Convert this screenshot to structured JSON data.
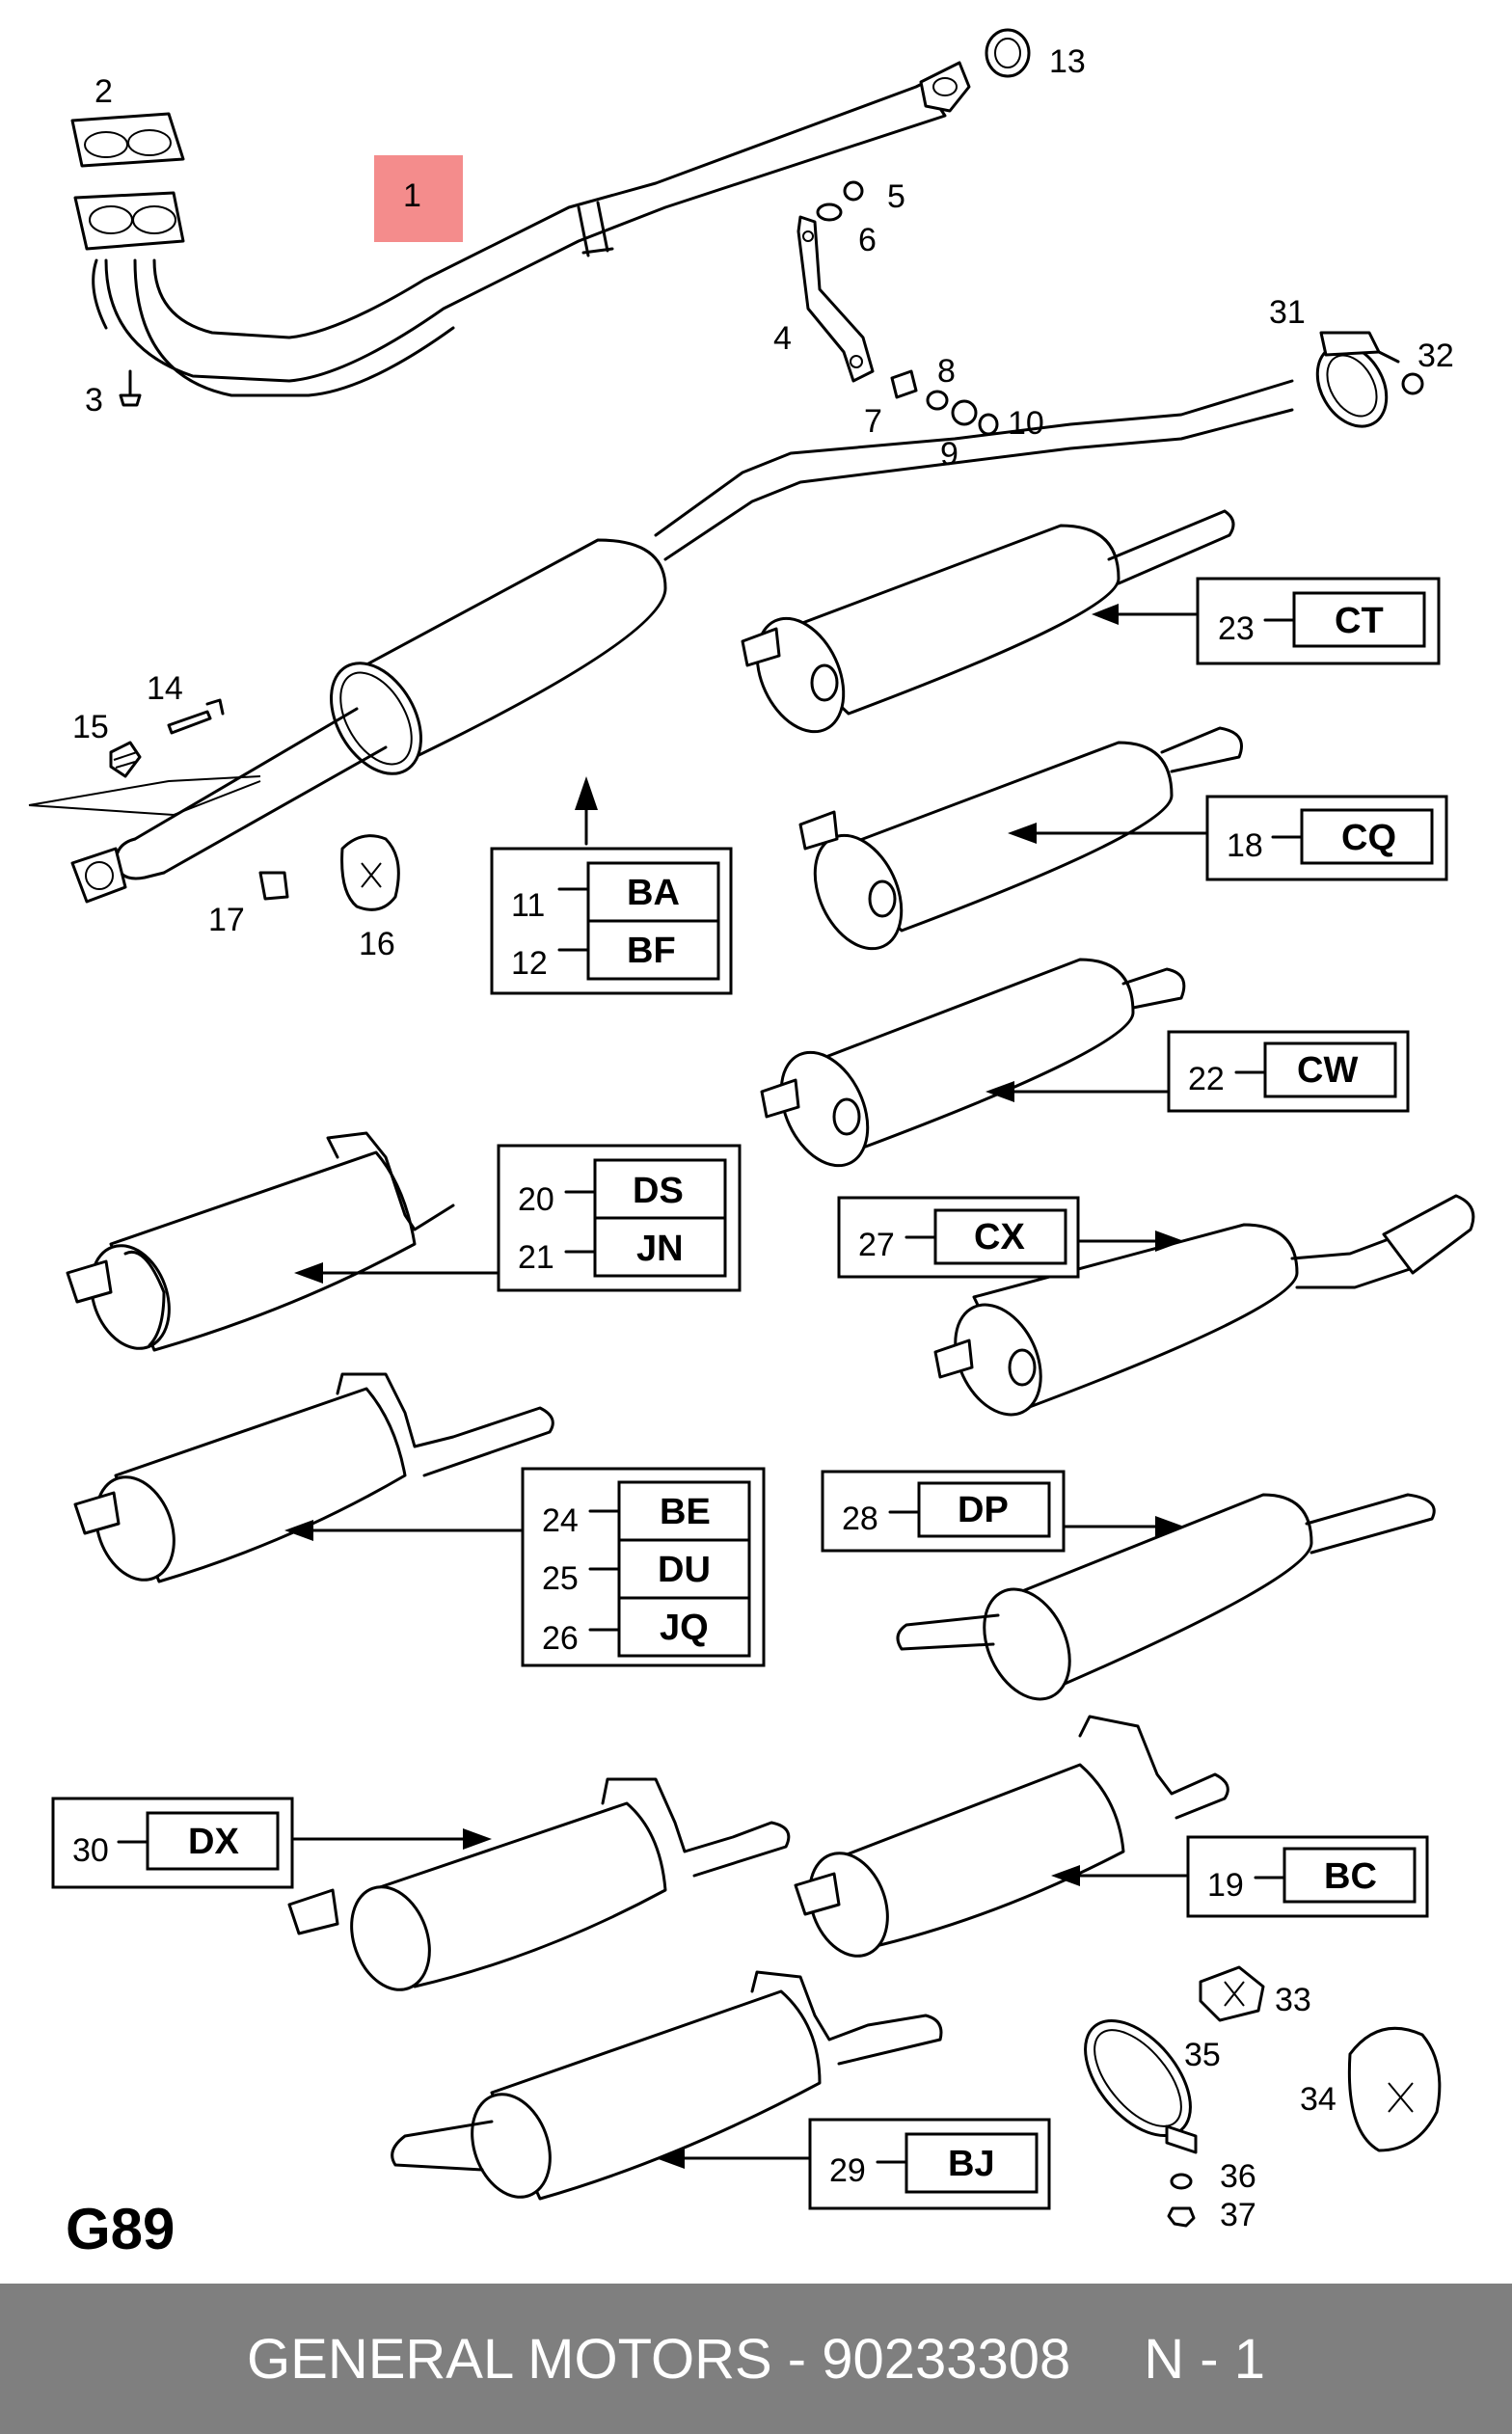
{
  "diagram": {
    "page_code": "G89",
    "highlight_color": "#f48c8c",
    "labels": [
      "1",
      "2",
      "3",
      "4",
      "5",
      "6",
      "7",
      "8",
      "9",
      "10",
      "13",
      "14",
      "15",
      "16",
      "17",
      "31",
      "32",
      "33",
      "34",
      "35",
      "36",
      "37"
    ],
    "callouts": [
      {
        "rows": [
          {
            "num": "23",
            "code": "CT"
          }
        ]
      },
      {
        "rows": [
          {
            "num": "18",
            "code": "CQ"
          }
        ]
      },
      {
        "rows": [
          {
            "num": "11",
            "code": "BA"
          },
          {
            "num": "12",
            "code": "BF"
          }
        ]
      },
      {
        "rows": [
          {
            "num": "22",
            "code": "CW"
          }
        ]
      },
      {
        "rows": [
          {
            "num": "20",
            "code": "DS"
          },
          {
            "num": "21",
            "code": "JN"
          }
        ]
      },
      {
        "rows": [
          {
            "num": "27",
            "code": "CX"
          }
        ]
      },
      {
        "rows": [
          {
            "num": "24",
            "code": "BE"
          },
          {
            "num": "25",
            "code": "DU"
          },
          {
            "num": "26",
            "code": "JQ"
          }
        ]
      },
      {
        "rows": [
          {
            "num": "28",
            "code": "DP"
          }
        ]
      },
      {
        "rows": [
          {
            "num": "30",
            "code": "DX"
          }
        ]
      },
      {
        "rows": [
          {
            "num": "19",
            "code": "BC"
          }
        ]
      },
      {
        "rows": [
          {
            "num": "29",
            "code": "BJ"
          }
        ]
      }
    ]
  },
  "footer": {
    "text": "GENERAL MOTORS - 90233308",
    "suffix": "N - 1",
    "background": "#7f7f7f"
  }
}
